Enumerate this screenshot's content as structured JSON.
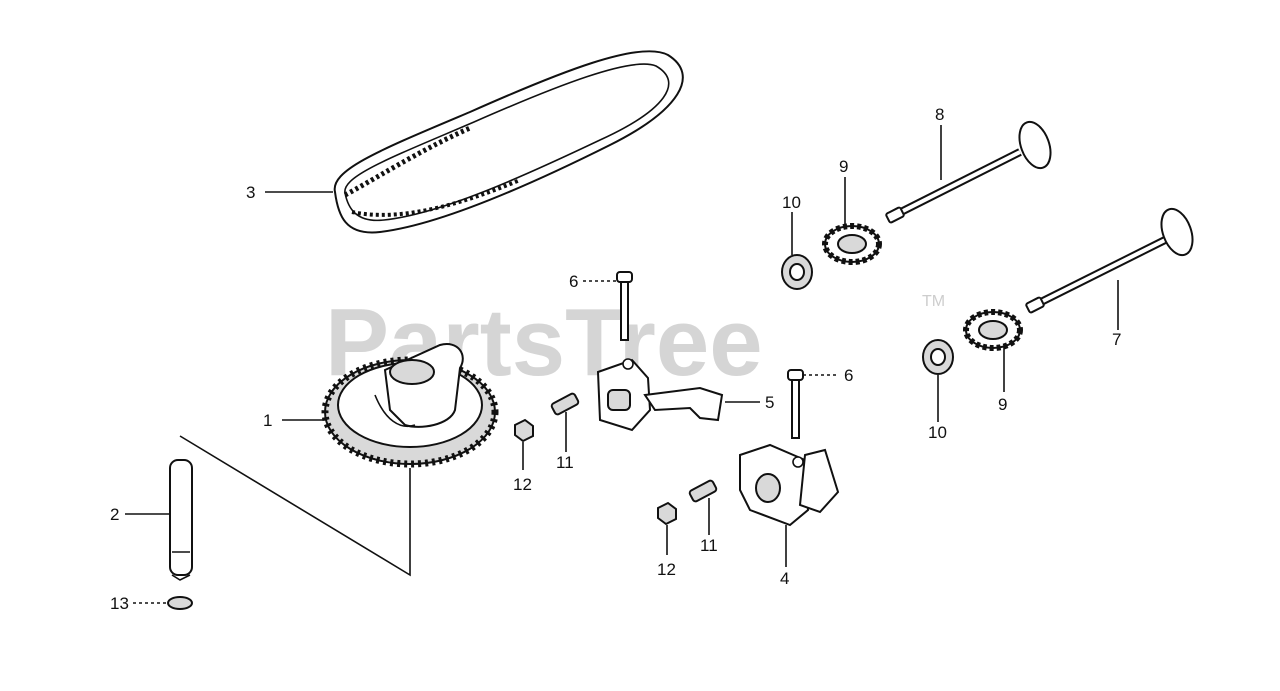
{
  "watermark": {
    "text": "PartsTree",
    "trademark": "TM"
  },
  "callouts": {
    "c1": "1",
    "c2": "2",
    "c3": "3",
    "c4": "4",
    "c5": "5",
    "c6a": "6",
    "c6b": "6",
    "c7": "7",
    "c8": "8",
    "c9a": "9",
    "c9b": "9",
    "c10a": "10",
    "c10b": "10",
    "c11a": "11",
    "c11b": "11",
    "c12a": "12",
    "c12b": "12",
    "c13": "13"
  }
}
